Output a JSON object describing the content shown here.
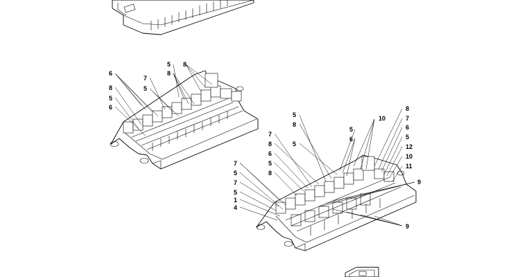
{
  "callouts": {
    "left": [
      "6",
      "8",
      "5",
      "6",
      "7",
      "5",
      "5",
      "8",
      "8"
    ],
    "right": [
      "5",
      "8",
      "5",
      "7",
      "8",
      "6",
      "5",
      "8",
      "7",
      "5",
      "7",
      "5",
      "1",
      "4",
      "10",
      "5",
      "6",
      "8",
      "7",
      "6",
      "5",
      "12",
      "10",
      "11",
      "9",
      "9"
    ]
  }
}
